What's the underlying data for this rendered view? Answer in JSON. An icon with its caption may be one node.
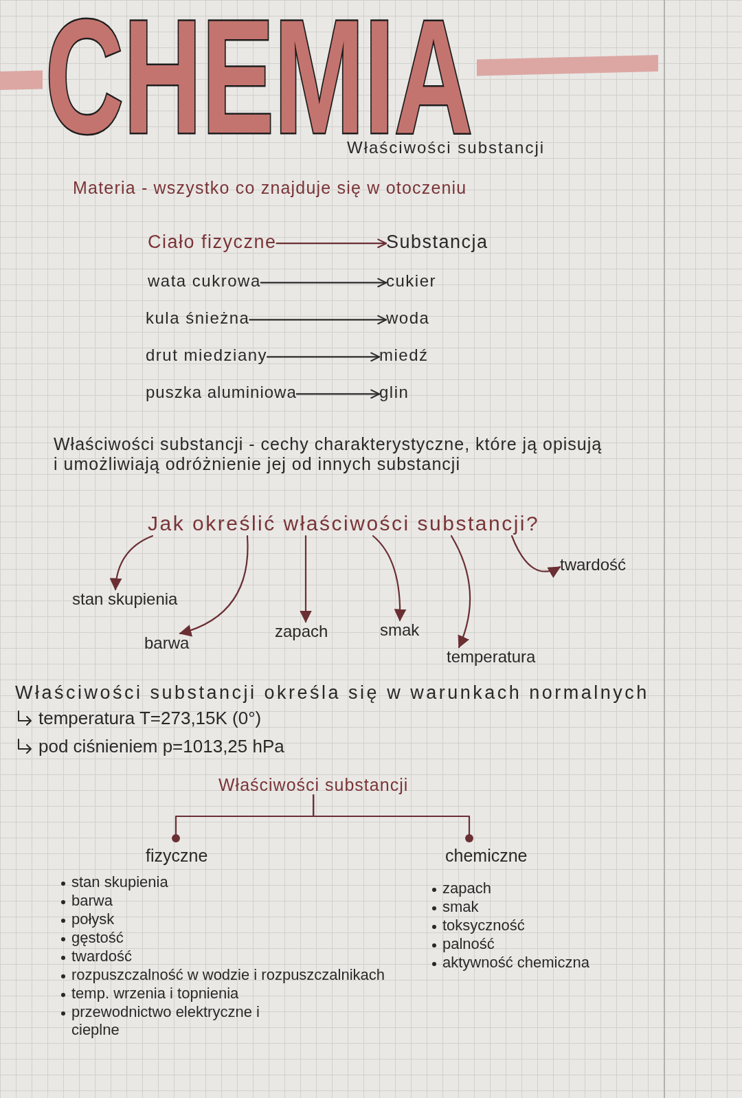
{
  "diagram": {
    "title": "CHEMIA",
    "nodes": [
      {
        "text": [
          "Ciało fizyczne"
        ]
      },
      {
        "text": [
          "Substancja"
        ]
      },
      {
        "text": [
          "wata cukrowa"
        ]
      },
      {
        "text": [
          "cukier"
        ]
      },
      {
        "text": [
          "kula śnieżna"
        ]
      },
      {
        "text": [
          "woda"
        ]
      },
      {
        "text": [
          "drut miedziany"
        ]
      },
      {
        "text": [
          "miedź"
        ]
      },
      {
        "text": [
          "puszka aluminiowa"
        ]
      },
      {
        "text": [
          "glin"
        ]
      },
      {
        "text": [
          "Jak określić właściwości substancji?"
        ]
      },
      {
        "text": [
          "stan skupienia"
        ]
      },
      {
        "text": [
          "barwa"
        ]
      },
      {
        "text": [
          "zapach"
        ]
      },
      {
        "text": [
          "smak"
        ]
      },
      {
        "text": [
          "temperatura"
        ]
      },
      {
        "text": [
          "twardość"
        ]
      },
      {
        "text": [
          "Właściwości substancji"
        ]
      },
      {
        "text": [
          "fizyczne"
        ]
      },
      {
        "text": [
          "chemiczne"
        ]
      }
    ],
    "edges": [
      {
        "from": 0,
        "to": 1,
        "arrow": "to"
      },
      {
        "from": 2,
        "to": 3,
        "arrow": "to",
        "color": "#2b2b2b"
      },
      {
        "from": 4,
        "to": 5,
        "arrow": "to",
        "color": "#2b2b2b"
      },
      {
        "from": 6,
        "to": 7,
        "arrow": "to",
        "color": "#2b2b2b"
      },
      {
        "from": 8,
        "to": 9,
        "arrow": "to",
        "color": "#2b2b2b"
      },
      {
        "from": 10,
        "to": 11,
        "arrow": "to"
      },
      {
        "from": 10,
        "to": 12,
        "arrow": "to"
      },
      {
        "from": 10,
        "to": 13,
        "arrow": "to"
      },
      {
        "from": 10,
        "to": 14,
        "arrow": "to"
      },
      {
        "from": 10,
        "to": 15,
        "arrow": "to"
      },
      {
        "from": 10,
        "to": 16,
        "arrow": "to"
      },
      {
        "from": 17,
        "to": 18,
        "arrow": "other"
      },
      {
        "from": 17,
        "to": 19,
        "arrow": "other"
      }
    ],
    "labels": [
      "Właściwości substancji",
      "Materia - wszystko co znajduje się w otoczeniu",
      "Właściwości substancji - cechy charakterystyczne, które ją opisują i umożliwiają odróżnienie jej od innych substancji",
      "Właściwości substancji określa się w warunkach normalnych",
      "temperatura T=273,15K (0°)",
      "pod ciśnieniem p=1013,25 hPa",
      "stan skupienia",
      "barwa",
      "połysk",
      "gęstość",
      "twardość",
      "rozpuszczalność w wodzie i rozpuszczalnikach",
      "temp. wrzenia i topnienia",
      "przewodnictwo elektryczne i cieplne",
      "zapach",
      "smak",
      "toksyczność",
      "palność",
      "aktywność chemiczna"
    ]
  }
}
